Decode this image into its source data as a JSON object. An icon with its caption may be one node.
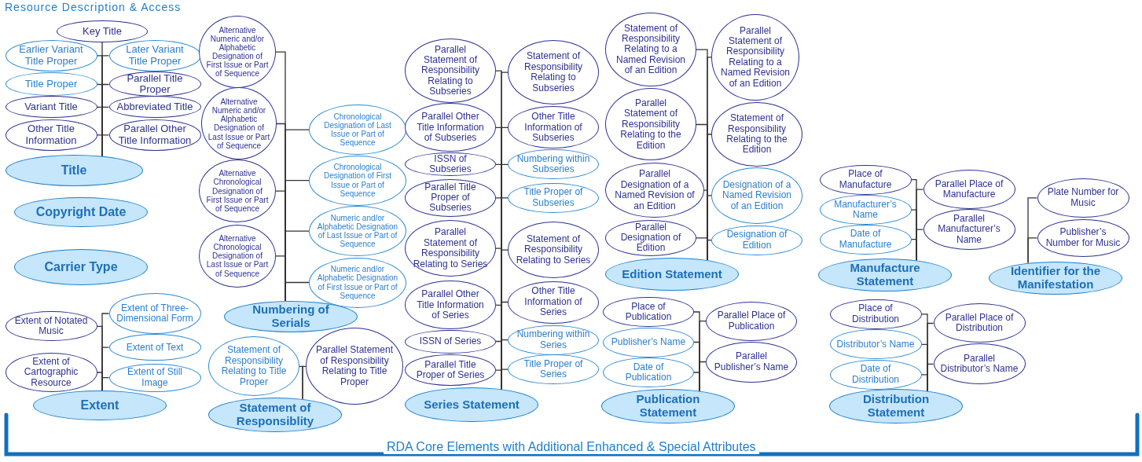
{
  "diagram": {
    "title": "Resource Description & Access",
    "nodes": [
      {
        "text": [
          "Key Title"
        ]
      },
      {
        "text": [
          "Earlier Variant Title Proper"
        ]
      },
      {
        "text": [
          "Later Variant Title Proper"
        ]
      },
      {
        "text": [
          "Title Proper"
        ]
      },
      {
        "text": [
          "Parallel Title Proper"
        ]
      },
      {
        "text": [
          "Variant Title"
        ]
      },
      {
        "text": [
          "Abbreviated Title"
        ]
      },
      {
        "text": [
          "Other Title Information"
        ]
      },
      {
        "text": [
          "Parallel Other Title Information"
        ]
      },
      {
        "text": [
          "Title"
        ]
      },
      {
        "text": [
          "Copyright Date"
        ]
      },
      {
        "text": [
          "Carrier Type"
        ]
      },
      {
        "text": [
          "Extent of Notated Music"
        ]
      },
      {
        "text": [
          "Extent of Three-Dimensional Form"
        ]
      },
      {
        "text": [
          "Extent of Cartographic Resource"
        ]
      },
      {
        "text": [
          "Extent of Text"
        ]
      },
      {
        "text": [
          "Extent of Still Image"
        ]
      },
      {
        "text": [
          "Extent"
        ]
      },
      {
        "text": [
          "Alternative Numeric and/or Alphabetic Designation of First Issue or Part of Sequence"
        ]
      },
      {
        "text": [
          "Chronological Designation of Last Issue or Part of Sequence"
        ]
      },
      {
        "text": [
          "Alternative Numeric and/or Alphabetic Designation of Last Issue or Part of Sequence"
        ]
      },
      {
        "text": [
          "Chronological Designation of First Issue or Part of Sequence"
        ]
      },
      {
        "text": [
          "Alternative Chronological Designation of First Issue or Part of Sequence"
        ]
      },
      {
        "text": [
          "Numeric and/or Alphabetic Designation of Last Issue or Part of Sequence"
        ]
      },
      {
        "text": [
          "Alternative Chronological Designation of Last Issue or Part of Sequence"
        ]
      },
      {
        "text": [
          "Numeric and/or Alphabetic Designation of First Issue or Part of Sequence"
        ]
      },
      {
        "text": [
          "Numbering of Serials"
        ]
      },
      {
        "text": [
          "Statement of Responsibility Relating to Title Proper"
        ]
      },
      {
        "text": [
          "Parallel Statement of Responsibility Relating to Title Proper"
        ]
      },
      {
        "text": [
          "Statement of Responsiblity"
        ]
      },
      {
        "text": [
          "Parallel Statement of Responsibility Relating to Subseries"
        ]
      },
      {
        "text": [
          "Statement of Responsibility Relating to Subseries"
        ]
      },
      {
        "text": [
          "Parallel Other Title Information of Subseries"
        ]
      },
      {
        "text": [
          "Other Title Information of Subseries"
        ]
      },
      {
        "text": [
          "ISSN of Subseries"
        ]
      },
      {
        "text": [
          "Numbering within Subseries"
        ]
      },
      {
        "text": [
          "Parallel Title Proper of Subseries"
        ]
      },
      {
        "text": [
          "Title Proper of Subseries"
        ]
      },
      {
        "text": [
          "Parallel Statement of Responsibility Relating to Series"
        ]
      },
      {
        "text": [
          "Statement of Responsibility Relating to Series"
        ]
      },
      {
        "text": [
          "Parallel Other Title Information of Series"
        ]
      },
      {
        "text": [
          "Other Title Information of Series"
        ]
      },
      {
        "text": [
          "ISSN of Series"
        ]
      },
      {
        "text": [
          "Numbering within Series"
        ]
      },
      {
        "text": [
          "Parallel Title Proper of Series"
        ]
      },
      {
        "text": [
          "Title Proper of Series"
        ]
      },
      {
        "text": [
          "Series Statement"
        ]
      },
      {
        "text": [
          "Statement of Responsibility Relating to a Named Revision of an Edition"
        ]
      },
      {
        "text": [
          "Parallel Statement of Responsibility Relating to a Named Revision of an Edition"
        ]
      },
      {
        "text": [
          "Parallel Statement of Responsibility Relating to the Edition"
        ]
      },
      {
        "text": [
          "Statement of Responsibility Relating to the Edition"
        ]
      },
      {
        "text": [
          "Parallel Designation of a Named Revision of an Edition"
        ]
      },
      {
        "text": [
          "Designation of a Named Revision of an Edition"
        ]
      },
      {
        "text": [
          "Parallel Designation of Edition"
        ]
      },
      {
        "text": [
          "Designation of Edition"
        ]
      },
      {
        "text": [
          "Edition Statement"
        ]
      },
      {
        "text": [
          "Place of Publication"
        ]
      },
      {
        "text": [
          "Parallel Place of Publication"
        ]
      },
      {
        "text": [
          "Publisher’s Name"
        ]
      },
      {
        "text": [
          "Parallel Publisher’s Name"
        ]
      },
      {
        "text": [
          "Date of Publication"
        ]
      },
      {
        "text": [
          "Publication Statement"
        ]
      },
      {
        "text": [
          "Place of Manufacture"
        ]
      },
      {
        "text": [
          "Parallel Place of Manufacture"
        ]
      },
      {
        "text": [
          "Manufacturer’s Name"
        ]
      },
      {
        "text": [
          "Parallel Manufacturer’s Name"
        ]
      },
      {
        "text": [
          "Date of Manufacture"
        ]
      },
      {
        "text": [
          "Manufacture Statement"
        ]
      },
      {
        "text": [
          "Plate Number for Music"
        ]
      },
      {
        "text": [
          "Publisher’s Number for Music"
        ]
      },
      {
        "text": [
          "Identifier for the Manifestation"
        ]
      },
      {
        "text": [
          "Place of Distribution"
        ]
      },
      {
        "text": [
          "Parallel Place of Distribution"
        ]
      },
      {
        "text": [
          "Distributor’s Name"
        ]
      },
      {
        "text": [
          "Parallel Distributor’s Name"
        ]
      },
      {
        "text": [
          "Date of Distribution"
        ]
      },
      {
        "text": [
          "Distribution Statement"
        ]
      }
    ],
    "edges": [
      {
        "from": 9,
        "to": 0,
        "arrow": "none"
      },
      {
        "from": 9,
        "to": 1,
        "arrow": "none"
      },
      {
        "from": 9,
        "to": 2,
        "arrow": "none"
      },
      {
        "from": 9,
        "to": 3,
        "arrow": "none"
      },
      {
        "from": 9,
        "to": 4,
        "arrow": "none"
      },
      {
        "from": 9,
        "to": 5,
        "arrow": "none"
      },
      {
        "from": 9,
        "to": 6,
        "arrow": "none"
      },
      {
        "from": 9,
        "to": 7,
        "arrow": "none"
      },
      {
        "from": 9,
        "to": 8,
        "arrow": "none"
      },
      {
        "from": 17,
        "to": 12,
        "arrow": "none"
      },
      {
        "from": 17,
        "to": 13,
        "arrow": "none"
      },
      {
        "from": 17,
        "to": 14,
        "arrow": "none"
      },
      {
        "from": 17,
        "to": 15,
        "arrow": "none"
      },
      {
        "from": 17,
        "to": 16,
        "arrow": "none"
      },
      {
        "from": 26,
        "to": 18,
        "arrow": "none"
      },
      {
        "from": 26,
        "to": 19,
        "arrow": "none"
      },
      {
        "from": 26,
        "to": 20,
        "arrow": "none"
      },
      {
        "from": 26,
        "to": 21,
        "arrow": "none"
      },
      {
        "from": 26,
        "to": 22,
        "arrow": "none"
      },
      {
        "from": 26,
        "to": 23,
        "arrow": "none"
      },
      {
        "from": 26,
        "to": 24,
        "arrow": "none"
      },
      {
        "from": 26,
        "to": 25,
        "arrow": "none"
      },
      {
        "from": 29,
        "to": 27,
        "arrow": "none"
      },
      {
        "from": 29,
        "to": 28,
        "arrow": "none"
      },
      {
        "from": 46,
        "to": 30,
        "arrow": "none"
      },
      {
        "from": 46,
        "to": 31,
        "arrow": "none"
      },
      {
        "from": 46,
        "to": 32,
        "arrow": "none"
      },
      {
        "from": 46,
        "to": 33,
        "arrow": "none"
      },
      {
        "from": 46,
        "to": 34,
        "arrow": "none"
      },
      {
        "from": 46,
        "to": 35,
        "arrow": "none"
      },
      {
        "from": 46,
        "to": 36,
        "arrow": "none"
      },
      {
        "from": 46,
        "to": 37,
        "arrow": "none"
      },
      {
        "from": 46,
        "to": 38,
        "arrow": "none"
      },
      {
        "from": 46,
        "to": 39,
        "arrow": "none"
      },
      {
        "from": 46,
        "to": 40,
        "arrow": "none"
      },
      {
        "from": 46,
        "to": 41,
        "arrow": "none"
      },
      {
        "from": 46,
        "to": 42,
        "arrow": "none"
      },
      {
        "from": 46,
        "to": 43,
        "arrow": "none"
      },
      {
        "from": 46,
        "to": 44,
        "arrow": "none"
      },
      {
        "from": 46,
        "to": 45,
        "arrow": "none"
      },
      {
        "from": 55,
        "to": 47,
        "arrow": "none"
      },
      {
        "from": 55,
        "to": 48,
        "arrow": "none"
      },
      {
        "from": 55,
        "to": 49,
        "arrow": "none"
      },
      {
        "from": 55,
        "to": 50,
        "arrow": "none"
      },
      {
        "from": 55,
        "to": 51,
        "arrow": "none"
      },
      {
        "from": 55,
        "to": 52,
        "arrow": "none"
      },
      {
        "from": 55,
        "to": 53,
        "arrow": "none"
      },
      {
        "from": 55,
        "to": 54,
        "arrow": "none"
      },
      {
        "from": 61,
        "to": 56,
        "arrow": "none"
      },
      {
        "from": 61,
        "to": 57,
        "arrow": "none"
      },
      {
        "from": 61,
        "to": 58,
        "arrow": "none"
      },
      {
        "from": 61,
        "to": 59,
        "arrow": "none"
      },
      {
        "from": 61,
        "to": 60,
        "arrow": "none"
      },
      {
        "from": 67,
        "to": 62,
        "arrow": "none"
      },
      {
        "from": 67,
        "to": 63,
        "arrow": "none"
      },
      {
        "from": 67,
        "to": 64,
        "arrow": "none"
      },
      {
        "from": 67,
        "to": 65,
        "arrow": "none"
      },
      {
        "from": 67,
        "to": 66,
        "arrow": "none"
      },
      {
        "from": 70,
        "to": 68,
        "arrow": "none"
      },
      {
        "from": 70,
        "to": 69,
        "arrow": "none"
      },
      {
        "from": 76,
        "to": 71,
        "arrow": "none"
      },
      {
        "from": 76,
        "to": 72,
        "arrow": "none"
      },
      {
        "from": 76,
        "to": 73,
        "arrow": "none"
      },
      {
        "from": 76,
        "to": 74,
        "arrow": "none"
      },
      {
        "from": 76,
        "to": 75,
        "arrow": "none"
      }
    ],
    "labels": [
      "RDA Core Elements with Additional Enhanced & Special Attributes"
    ]
  }
}
